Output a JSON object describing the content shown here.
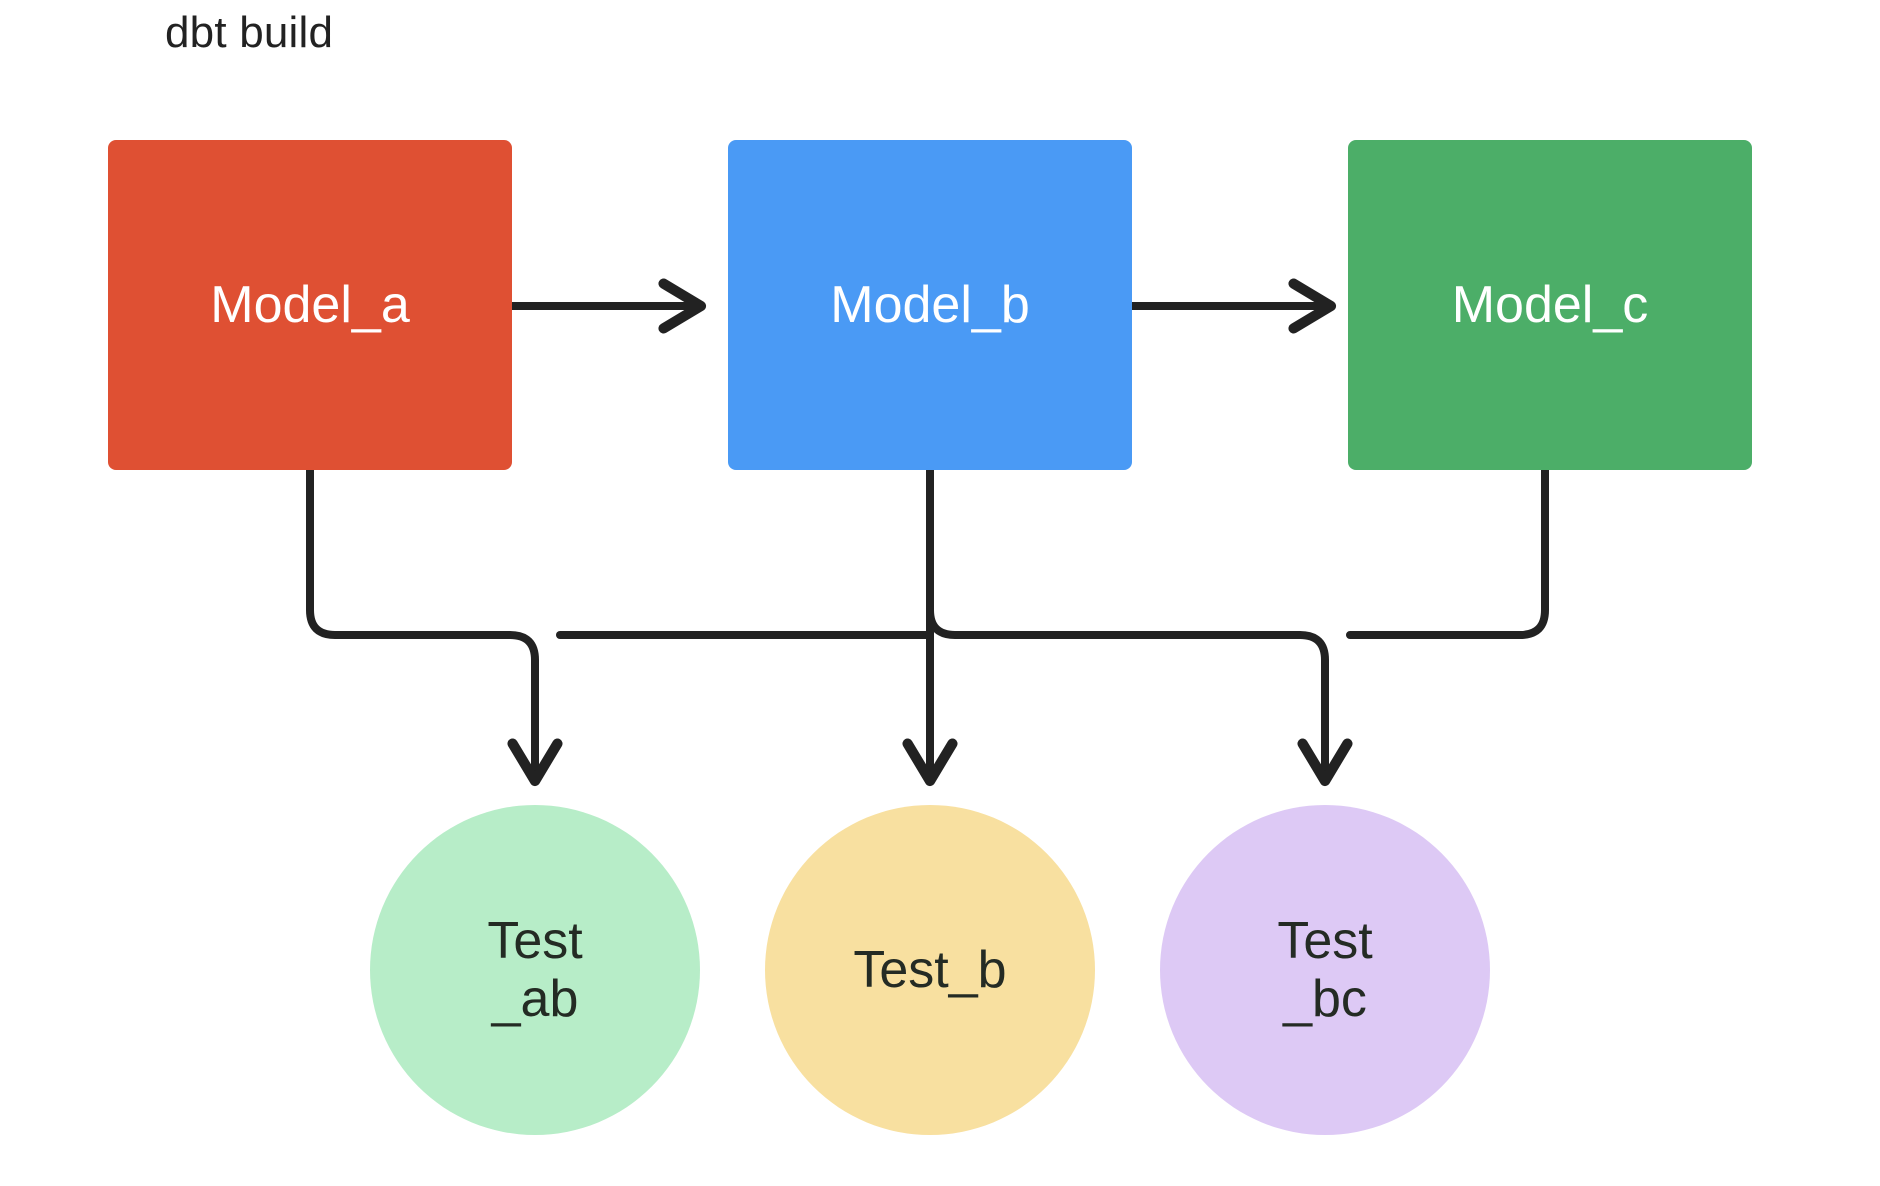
{
  "diagram": {
    "title": "dbt build",
    "type": "dbt DAG flow diagram",
    "background_color": "#FFFFFF",
    "edge_color": "#222222",
    "models": [
      {
        "id": "model_a",
        "label": "Model_a",
        "color": "#DF5033",
        "text_color": "#FFFFFF",
        "shape": "rounded-rect"
      },
      {
        "id": "model_b",
        "label": "Model_b",
        "color": "#4A9AF5",
        "text_color": "#FFFFFF",
        "shape": "rounded-rect"
      },
      {
        "id": "model_c",
        "label": "Model_c",
        "color": "#4CAE68",
        "text_color": "#FFFFFF",
        "shape": "rounded-rect"
      }
    ],
    "tests": [
      {
        "id": "test_ab",
        "label": "Test\n_ab",
        "color": "#B7EDC8",
        "text_color": "#242B24",
        "shape": "circle"
      },
      {
        "id": "test_b",
        "label": "Test_b",
        "color": "#F8E0A0",
        "text_color": "#242B24",
        "shape": "circle"
      },
      {
        "id": "test_bc",
        "label": "Test\n_bc",
        "color": "#DDC9F5",
        "text_color": "#242B24",
        "shape": "circle"
      }
    ],
    "edges": [
      {
        "from": "model_a",
        "to": "model_b",
        "style": "arrow-right"
      },
      {
        "from": "model_b",
        "to": "model_c",
        "style": "arrow-right"
      },
      {
        "from": "model_a",
        "to": "test_ab",
        "style": "elbow-down"
      },
      {
        "from": "model_b",
        "to": "test_ab",
        "style": "elbow-down"
      },
      {
        "from": "model_b",
        "to": "test_b",
        "style": "straight-down"
      },
      {
        "from": "model_b",
        "to": "test_bc",
        "style": "elbow-down"
      },
      {
        "from": "model_c",
        "to": "test_bc",
        "style": "elbow-down"
      }
    ]
  }
}
